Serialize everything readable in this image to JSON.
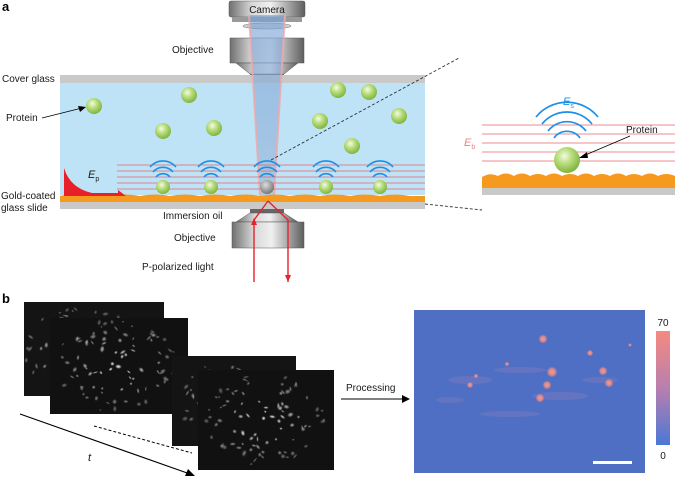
{
  "panel_a": {
    "letter": "a",
    "labels": {
      "camera": "Camera",
      "objective_top": "Objective",
      "cover_glass": "Cover glass",
      "protein": "Protein",
      "gold_line1": "Gold-coated",
      "gold_line2": "glass slide",
      "immersion_oil": "Immersion oil",
      "objective_bottom": "Objective",
      "p_light": "P-polarized light",
      "ep_main": "E",
      "ep_sub": "p"
    },
    "inset": {
      "es_main": "E",
      "es_sub": "s",
      "eb_main": "E",
      "eb_sub": "b",
      "protein": "Protein"
    }
  },
  "panel_b": {
    "letter": "b",
    "time_label": "t",
    "processing_label": "Processing",
    "colorbar": {
      "max": "70",
      "min": "0"
    }
  },
  "colors": {
    "water": "#bfe3f6",
    "gold": "#f59a1f",
    "glass": "#c9c9c9",
    "red": "#e8202a",
    "wave_blue": "#1e90e6",
    "protein_green": "#a9d46a",
    "map_blue": "#4f6fc5",
    "hot_spot": "#f08a78",
    "colorbar_top": "#f58a80",
    "colorbar_bottom": "#4a78d6"
  }
}
